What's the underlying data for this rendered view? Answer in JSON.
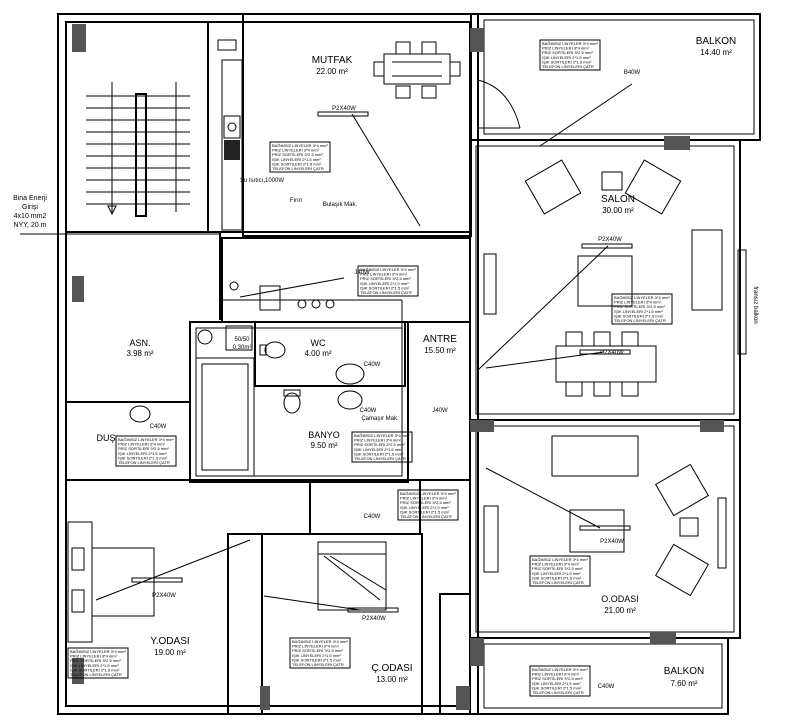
{
  "rooms": [
    {
      "id": "mutfak",
      "name": "MUTFAK",
      "area": "22.00 m²"
    },
    {
      "id": "balkon-top",
      "name": "BALKON",
      "area": "14.40 m²"
    },
    {
      "id": "salon",
      "name": "SALON",
      "area": "30.00 m²"
    },
    {
      "id": "asn",
      "name": "ASN.",
      "area": "3.98 m²"
    },
    {
      "id": "wc",
      "name": "WC",
      "area": "4.00 m²"
    },
    {
      "id": "antre",
      "name": "ANTRE",
      "area": "15.50 m²"
    },
    {
      "id": "banyo",
      "name": "BANYO",
      "area": "9.50 m²"
    },
    {
      "id": "dus",
      "name": "DUŞ",
      "area": ""
    },
    {
      "id": "yodasi",
      "name": "Y.ODASI",
      "area": "19.00 m²"
    },
    {
      "id": "codasi",
      "name": "Ç.ODASI",
      "area": "13.00 m²"
    },
    {
      "id": "oodasi",
      "name": "O.ODASI",
      "area": "21.00 m²"
    },
    {
      "id": "balkon-bottom",
      "name": "BALKON",
      "area": "7.60 m²"
    }
  ],
  "energy_entry": [
    "Bina Enerji",
    "Girişi",
    "4x10 mm2",
    "NYY, 20 m"
  ],
  "fixture_labels": {
    "p2x40w": "P2X40W",
    "b40w": "B40W",
    "c40w": "C40W",
    "j40w": "J40W",
    "su_isitici": "Su Isıtıcı,1000W",
    "firin": "Fırın",
    "bulasik": "Bulaşık Mak.",
    "camasir": "Çamaşır Mak.",
    "fransiz": "fransız balkon",
    "dim1": "50/50",
    "dim2": "0.30m²"
  },
  "note_lines": [
    "BAĞIMSIZ LİNYELER 3*4 mm²",
    "PRİZ LİNYELERİ 3*4 mm²",
    "PRİZ SORTİLERİ 3*2.5 mm²",
    "IŞIK LİNYELERİ 2*1.5 mm²",
    "IŞIK SORTİLERİ 2*1.5 mm²",
    "TELEFON LİNYELERİ ÇATR"
  ]
}
